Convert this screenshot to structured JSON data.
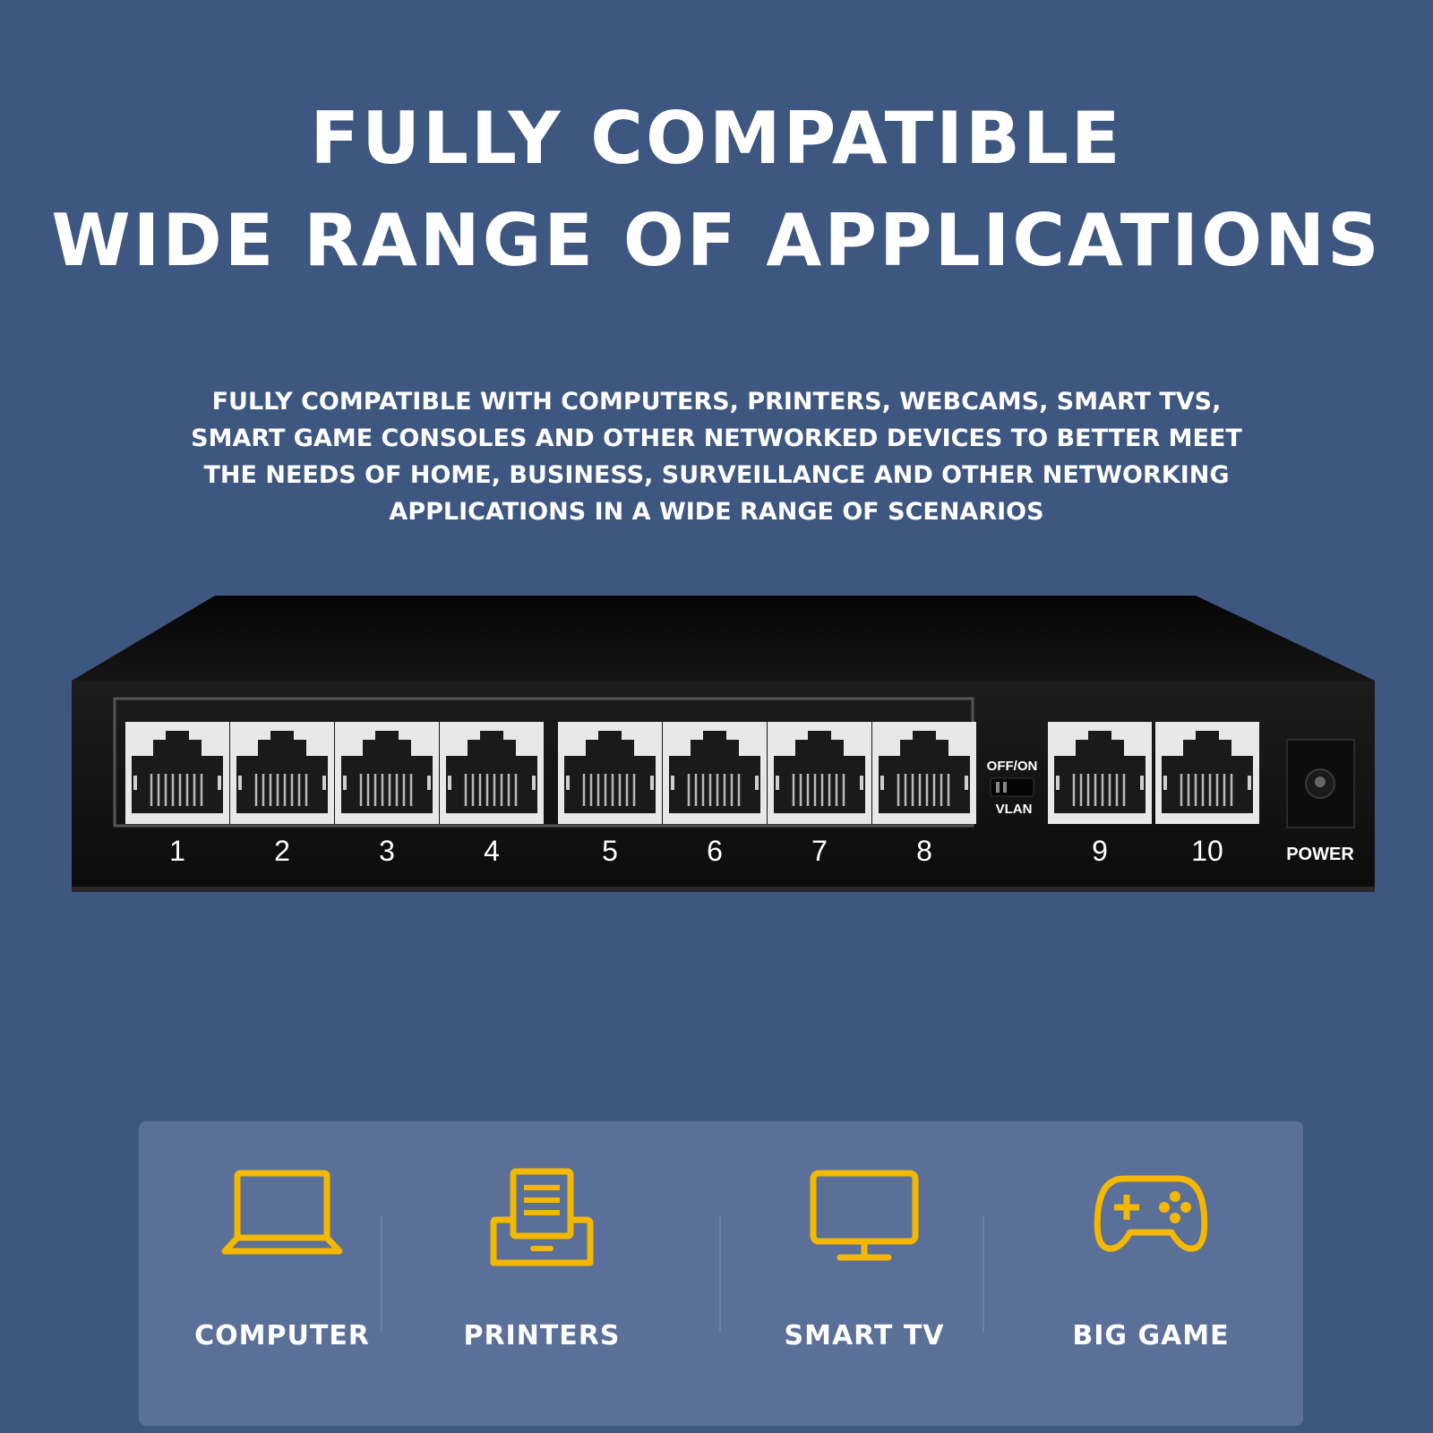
{
  "headline": {
    "line1": "FULLY COMPATIBLE",
    "line2": "WIDE RANGE OF APPLICATIONS"
  },
  "description": "FULLY COMPATIBLE WITH COMPUTERS, PRINTERS, WEBCAMS, SMART TVS,\nSMART GAME CONSOLES AND OTHER NETWORKED DEVICES TO BETTER MEET\nTHE NEEDS OF HOME, BUSINESS, SURVEILLANCE AND OTHER NETWORKING\nAPPLICATIONS IN A WIDE RANGE OF SCENARIOS",
  "switch": {
    "ports": [
      "1",
      "2",
      "3",
      "4",
      "5",
      "6",
      "7",
      "8"
    ],
    "uplink_ports": [
      "9",
      "10"
    ],
    "vlan_top": "OFF/ON",
    "vlan_bottom": "VLAN",
    "power_label": "POWER"
  },
  "devices": [
    {
      "label": "COMPUTER",
      "icon": "laptop-icon"
    },
    {
      "label": "PRINTERS",
      "icon": "printer-icon"
    },
    {
      "label": "SMART TV",
      "icon": "monitor-icon"
    },
    {
      "label": "BIG GAME",
      "icon": "gamepad-icon"
    }
  ],
  "colors": {
    "background": "#3d5781",
    "panel": "#5a7099",
    "icon": "#f5b800",
    "text": "#ffffff"
  }
}
